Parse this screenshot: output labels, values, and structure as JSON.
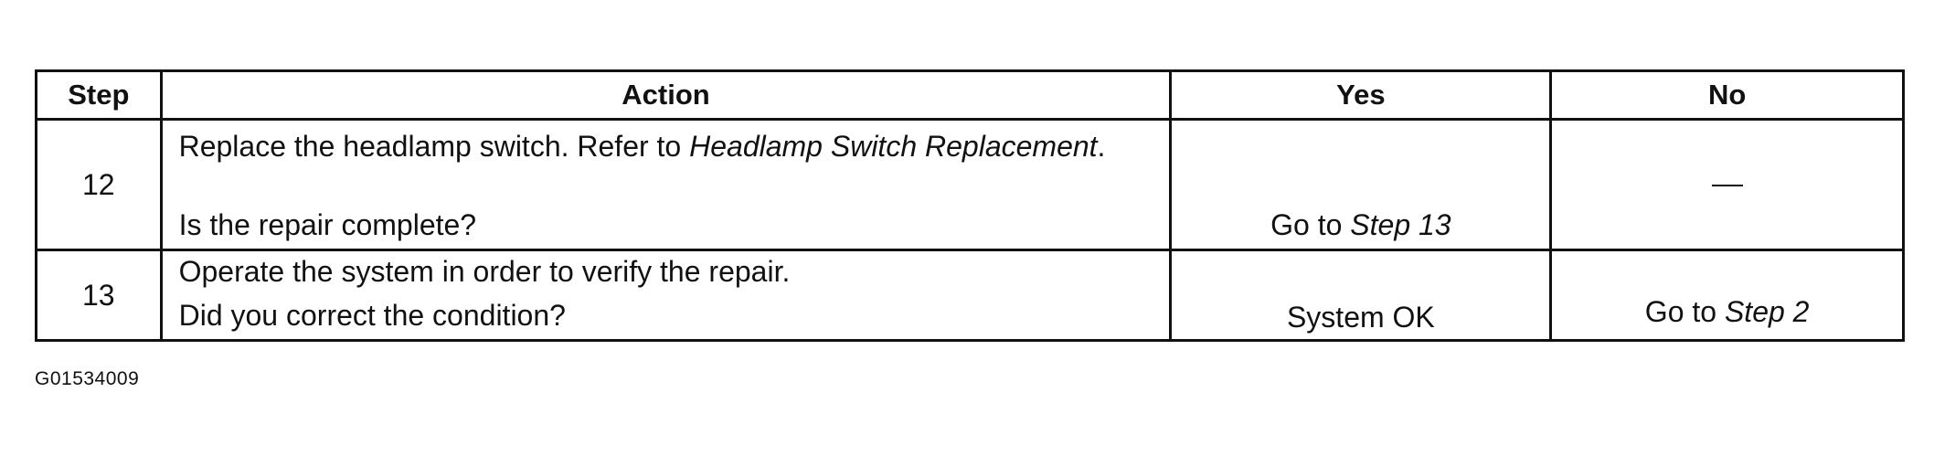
{
  "table": {
    "headers": {
      "step": "Step",
      "action": "Action",
      "yes": "Yes",
      "no": "No"
    },
    "rows": [
      {
        "step": "12",
        "action_text": "Replace the headlamp switch. Refer to ",
        "action_ref": "Headlamp Switch Replacement",
        "action_end": ".",
        "question": "Is the repair complete?",
        "yes_prefix": "Go to ",
        "yes_ref": "Step 13",
        "no_text": "—"
      },
      {
        "step": "13",
        "action_text": "Operate the system in order to verify the repair.",
        "question": "Did you correct the condition?",
        "yes_text": "System OK",
        "no_prefix": "Go to ",
        "no_ref": "Step 2"
      }
    ]
  },
  "figure_id": "G01534009"
}
